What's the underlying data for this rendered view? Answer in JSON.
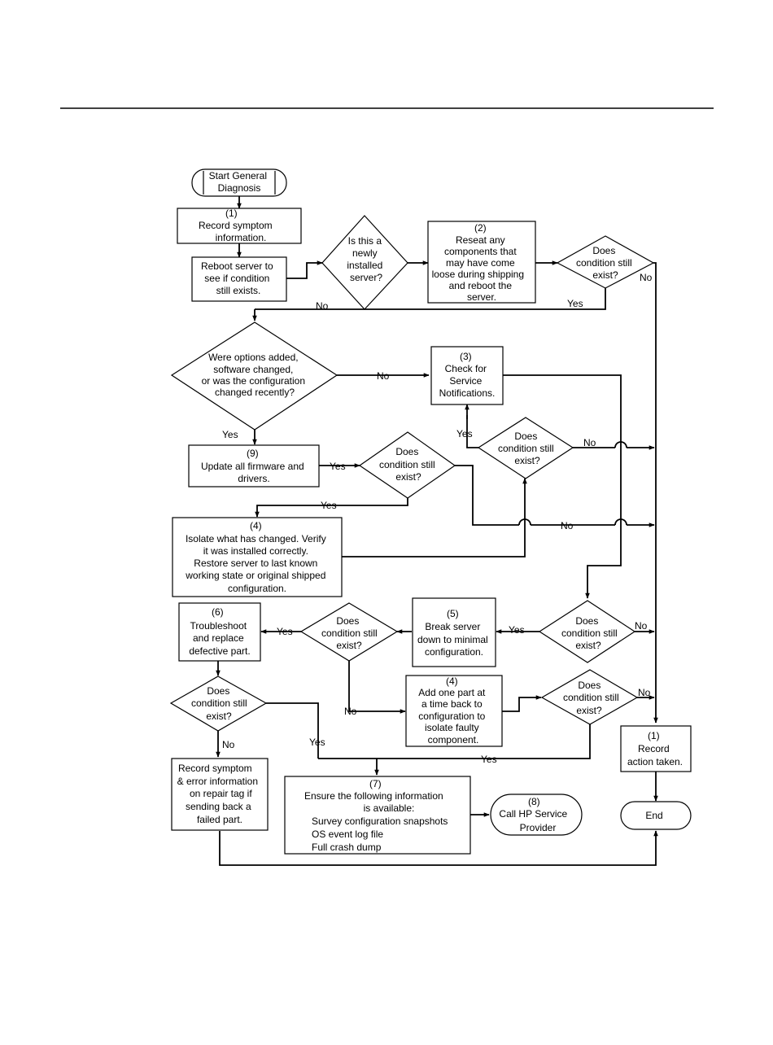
{
  "nodes": {
    "start": {
      "lines": [
        "Start General",
        "Diagnosis"
      ]
    },
    "n1": {
      "lines": [
        "(1)",
        "Record symptom",
        "information."
      ]
    },
    "reboot": {
      "lines": [
        "Reboot server to",
        "see if condition",
        "still exists."
      ]
    },
    "newly": {
      "lines": [
        "Is this a",
        "newly",
        "installed",
        "server?"
      ]
    },
    "reseat": {
      "lines": [
        "(2)",
        "Reseat any",
        "components that",
        "may have come",
        "loose during shipping",
        "and reboot the",
        "server."
      ]
    },
    "d1": {
      "lines": [
        "Does",
        "condition still",
        "exist?"
      ]
    },
    "options": {
      "lines": [
        "Were options added,",
        "software changed,",
        "or was the configuration",
        "changed recently?"
      ]
    },
    "notif": {
      "lines": [
        "(3)",
        "Check for",
        "Service",
        "Notifications."
      ]
    },
    "d2": {
      "lines": [
        "Does",
        "condition still",
        "exist?"
      ]
    },
    "update": {
      "lines": [
        "(9)",
        "Update all firmware and",
        "drivers."
      ]
    },
    "d3": {
      "lines": [
        "Does",
        "condition still",
        "exist?"
      ]
    },
    "isolate": {
      "lines": [
        "(4)",
        "Isolate what has changed. Verify",
        "it was installed correctly.",
        "Restore server to last known",
        "working state or original shipped",
        "configuration."
      ]
    },
    "trouble": {
      "lines": [
        "(6)",
        "Troubleshoot",
        "and replace",
        "defective part."
      ]
    },
    "d4": {
      "lines": [
        "Does",
        "condition still",
        "exist?"
      ]
    },
    "breakdown": {
      "lines": [
        "(5)",
        "Break server",
        "down to minimal",
        "configuration."
      ]
    },
    "d5": {
      "lines": [
        "Does",
        "condition still",
        "exist?"
      ]
    },
    "d6": {
      "lines": [
        "Does",
        "condition still",
        "exist?"
      ]
    },
    "addpart": {
      "lines": [
        "(4)",
        "Add one part at",
        "a time back to",
        "configuration to",
        "isolate faulty",
        "component."
      ]
    },
    "d7": {
      "lines": [
        "Does",
        "condition still",
        "exist?"
      ]
    },
    "recordaction": {
      "lines": [
        "(1)",
        "Record",
        "action taken."
      ]
    },
    "recordsym": {
      "lines": [
        "Record symptom",
        "& error information",
        "on repair tag if",
        "sending back a",
        "failed part."
      ]
    },
    "ensure": {
      "lines": [
        "(7)",
        "Ensure the following information",
        "is available:"
      ],
      "items": [
        "Survey configuration snapshots",
        "OS event log file",
        "Full crash dump"
      ]
    },
    "callhp": {
      "lines": [
        "(8)",
        "Call HP Service",
        "Provider"
      ]
    },
    "end": {
      "lines": [
        "End"
      ]
    }
  },
  "labels": {
    "newly_no": "No",
    "d1_yes": "Yes",
    "d1_no": "No",
    "options_no": "No",
    "options_yes": "Yes",
    "d2_yes": "Yes",
    "d2_no": "No",
    "update_yes": "Yes",
    "d3_yes": "Yes",
    "d3_no": "No",
    "d5_yes": "Yes",
    "d5_no": "No",
    "d4_yes": "Yes",
    "d6_no": "No",
    "d7_no": "No",
    "d7_yes": "Yes",
    "d6_yes": "Yes",
    "d4_no": "No"
  }
}
